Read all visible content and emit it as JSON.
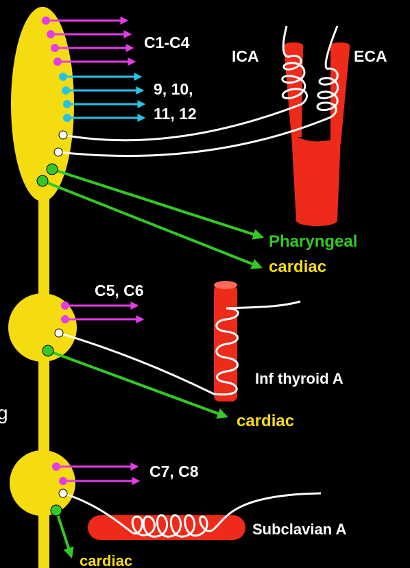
{
  "labels": {
    "c1_c4": "C1-C4",
    "nerves_line1": "9, 10,",
    "nerves_line2": "11, 12",
    "ica": "ICA",
    "eca": "ECA",
    "pharyngeal": "Pharyngeal",
    "cardiac_superior": "cardiac",
    "c5_c6": "C5, C6",
    "inf_thyroid": "Inf thyroid A",
    "cardiac_middle": "cardiac",
    "c7_c8": "C7, C8",
    "subclavian": "Subclavian A",
    "cardiac_inferior": "cardiac",
    "edge_fragment": "g"
  },
  "colors": {
    "background": "#000000",
    "ganglion_yellow": "#f5dc10",
    "artery_red": "#ee2a1a",
    "spinal_magenta": "#e43ce8",
    "cranial_cyan": "#25c3e8",
    "sympathetic_white": "#ffffff",
    "cardiac_green": "#33c826",
    "text_white": "#ffffff",
    "text_green": "#33c826",
    "text_yellow": "#f5dc10"
  }
}
